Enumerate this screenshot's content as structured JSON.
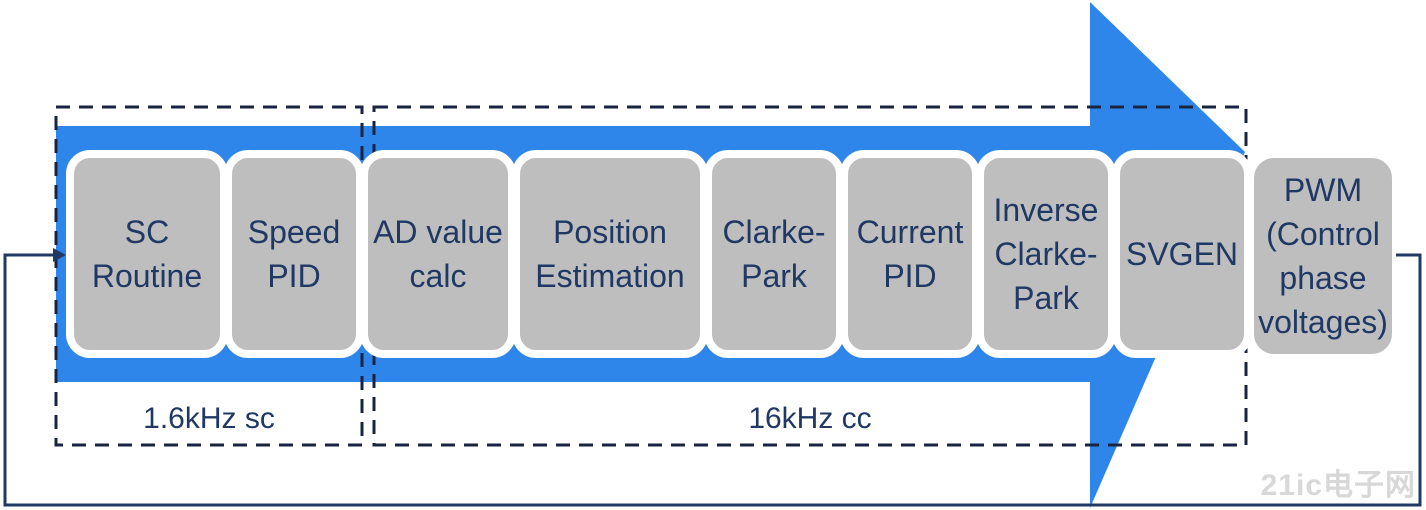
{
  "blocks": [
    {
      "id": "sc-routine",
      "text": "SC\nRoutine"
    },
    {
      "id": "speed-pid",
      "text": "Speed\nPID"
    },
    {
      "id": "ad-value-calc",
      "text": "AD value\ncalc"
    },
    {
      "id": "position-estimation",
      "text": "Position\nEstimation"
    },
    {
      "id": "clarke-park",
      "text": "Clarke-\nPark"
    },
    {
      "id": "current-pid",
      "text": "Current\nPID"
    },
    {
      "id": "inverse-clarke-park",
      "text": "Inverse\nClarke-\nPark"
    },
    {
      "id": "svgen",
      "text": "SVGEN"
    },
    {
      "id": "pwm",
      "text": "PWM\n(Control\nphase\nvoltages)"
    }
  ],
  "rates": {
    "slow": "1.6kHz sc",
    "fast": "16kHz cc"
  },
  "watermark": "21ic电子网",
  "colors": {
    "arrow": "#2f86ea",
    "block": "#bebebe",
    "text": "#1f3864",
    "dash": "#1a2440"
  }
}
